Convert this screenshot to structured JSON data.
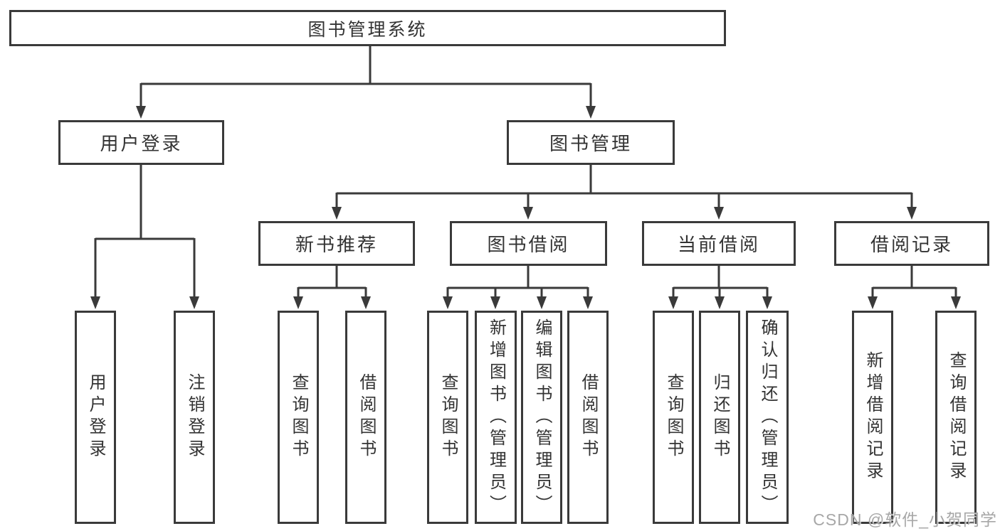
{
  "nodes": {
    "root": "图书管理系统",
    "user_login": "用户登录",
    "book_mgmt": "图书管理",
    "user_login_leaf": "用户登录",
    "logout_leaf": "注销登录",
    "new_book_rec": "新书推荐",
    "book_borrow": "图书借阅",
    "current_borrow": "当前借阅",
    "borrow_record": "借阅记录",
    "nbr_query_book": "查询图书",
    "nbr_borrow_book": "借阅图书",
    "bb_query_book": "查询图书",
    "bb_add_book_admin": "新增图书（管理员）",
    "bb_edit_book_admin": "编辑图书（管理员）",
    "bb_borrow_book": "借阅图书",
    "cb_query_book": "查询图书",
    "cb_return_book": "归还图书",
    "cb_confirm_return_admin": "确认归还（管理员）",
    "br_add_record": "新增借阅记录",
    "br_query_record": "查询借阅记录"
  },
  "watermark": "CSDN @软件_小贺同学",
  "colors": {
    "line": "#3a3a3a",
    "text": "#333333",
    "watermark": "#9e9e9e",
    "background": "#ffffff"
  }
}
